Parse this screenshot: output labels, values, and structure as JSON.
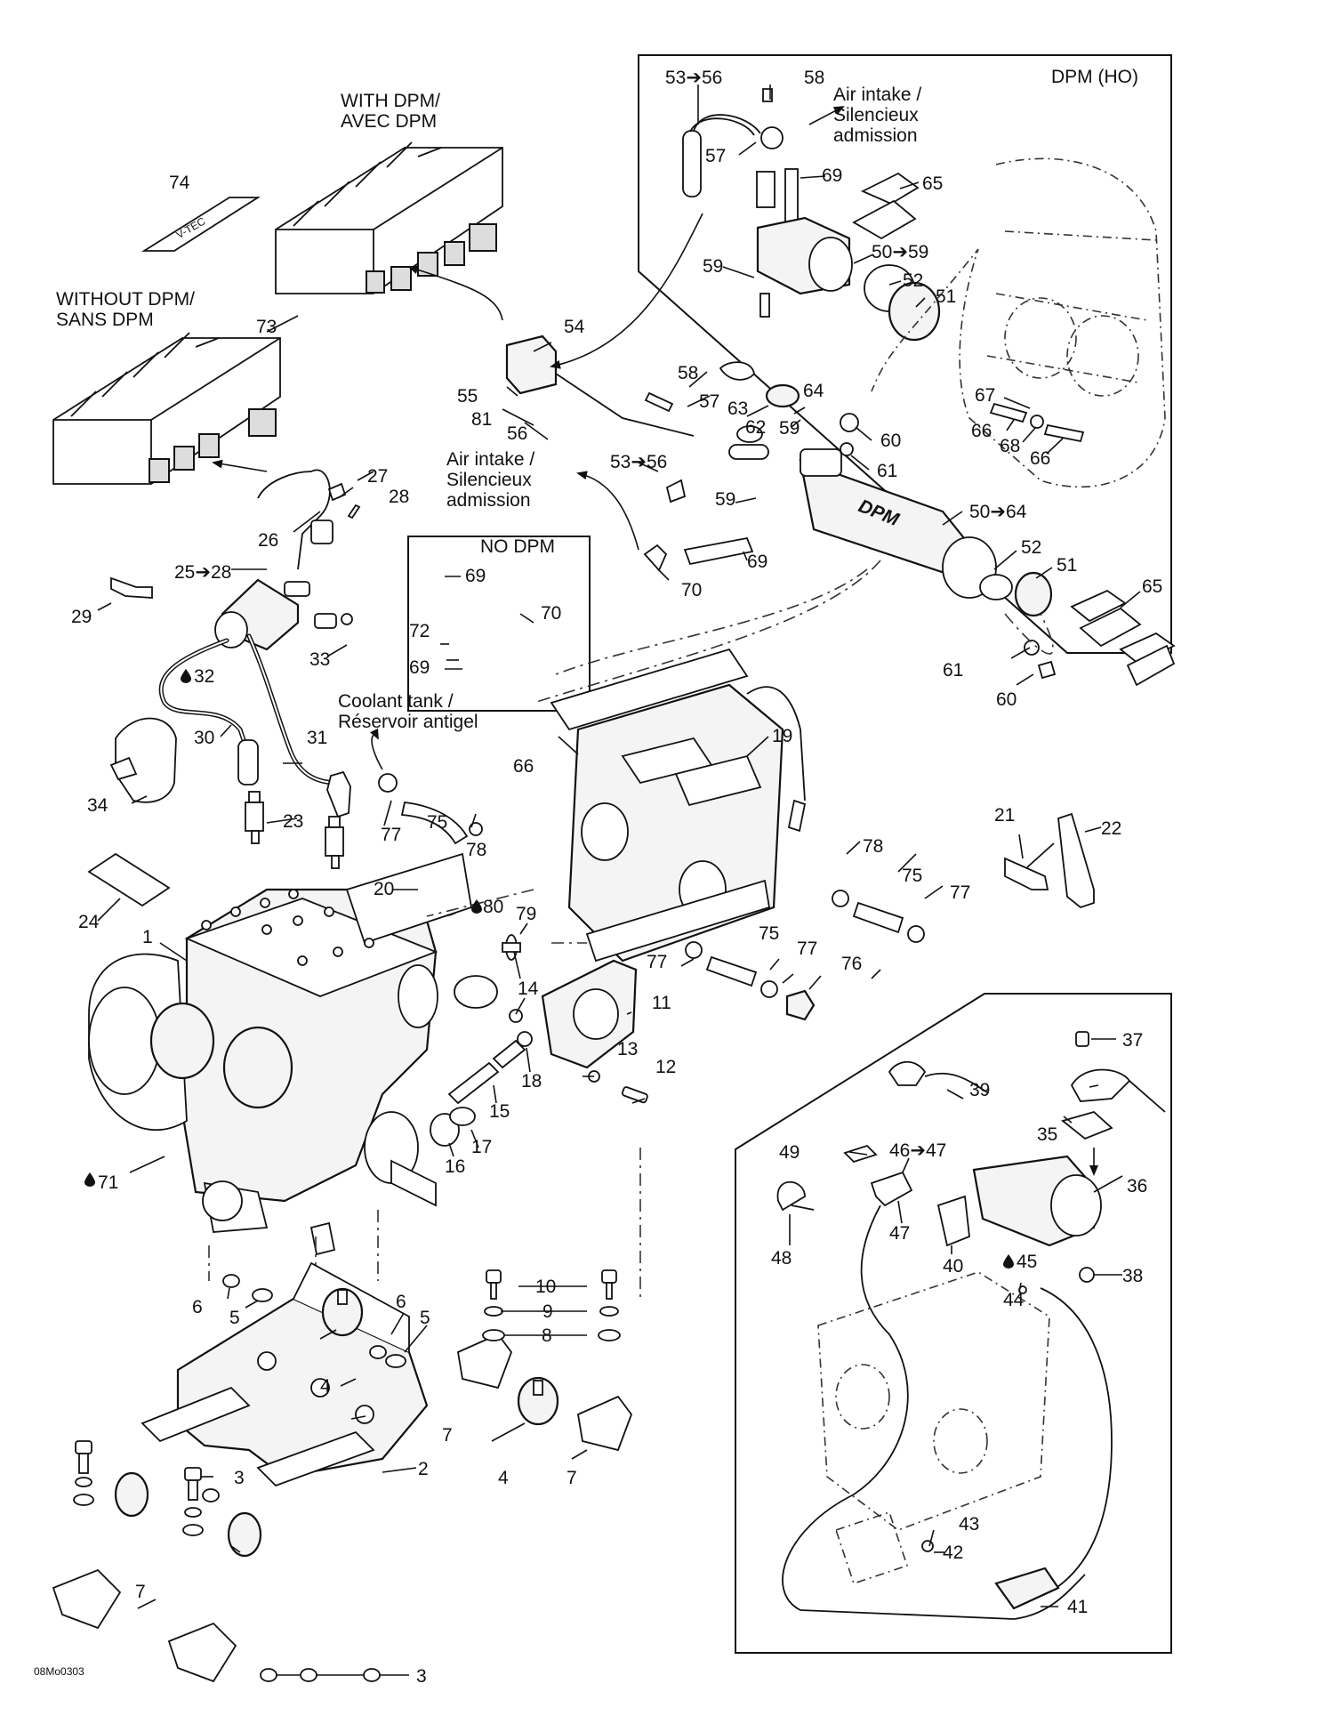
{
  "figure_code": "08Mo0303",
  "headings": {
    "with_dpm": [
      "WITH DPM/",
      "AVEC DPM"
    ],
    "without_dpm": [
      "WITHOUT DPM/",
      "SANS DPM"
    ],
    "dpm_ho": "DPM (HO)",
    "no_dpm": "NO DPM"
  },
  "notes": {
    "air_intake_top": [
      "Air intake /",
      "Silencieux",
      "admission"
    ],
    "air_intake_mid": [
      "Air intake /",
      "Silencieux",
      "admission"
    ],
    "coolant_tank": [
      "Coolant tank /",
      "Réservoir antigel"
    ]
  },
  "marks": {
    "dpm_plate": "DPM",
    "logo_74": "V-TEC"
  },
  "callouts": {
    "c1": "1",
    "c2": "2",
    "c3a": "3",
    "c3b": "3",
    "c4a": "4",
    "c4b": "4",
    "c5a": "5",
    "c5b": "5",
    "c6a": "6",
    "c6b": "6",
    "c7a": "7",
    "c7b": "7",
    "c7c": "7",
    "c8": "8",
    "c9": "9",
    "c10": "10",
    "c11": "11",
    "c12": "12",
    "c13": "13",
    "c14": "14",
    "c15": "15",
    "c16": "16",
    "c17": "17",
    "c18": "18",
    "c19": "19",
    "c20": "20",
    "c21": "21",
    "c22": "22",
    "c23": "23",
    "c24": "24",
    "c25": "25➔28",
    "c26": "26",
    "c27": "27",
    "c28": "28",
    "c29": "29",
    "c30": "30",
    "c31": "31",
    "c32": "32",
    "c33": "33",
    "c34": "34",
    "c35": "35",
    "c36": "36",
    "c37": "37",
    "c38": "38",
    "c39": "39",
    "c40": "40",
    "c41": "41",
    "c42": "42",
    "c43": "43",
    "c44": "44",
    "c45": "45",
    "c46": "46➔47",
    "c47": "47",
    "c48": "48",
    "c49": "49",
    "c50a": "50➔59",
    "c50b": "50➔64",
    "c51a": "51",
    "c51b": "51",
    "c52a": "52",
    "c52b": "52",
    "c53a": "53➔56",
    "c53b": "53➔56",
    "c54": "54",
    "c55": "55",
    "c56": "56",
    "c57a": "57",
    "c57b": "57",
    "c58a": "58",
    "c58b": "58",
    "c59a": "59",
    "c59b": "59",
    "c59c": "59",
    "c60a": "60",
    "c60b": "60",
    "c61a": "61",
    "c61b": "61",
    "c62": "62",
    "c63": "63",
    "c64": "64",
    "c65a": "65",
    "c65b": "65",
    "c66a": "66",
    "c66b": "66",
    "c66c": "66",
    "c67": "67",
    "c68": "68",
    "c69a": "69",
    "c69b": "69",
    "c69c": "69",
    "c69d": "69",
    "c70a": "70",
    "c70b": "70",
    "c71": "71",
    "c72": "72",
    "c73": "73",
    "c74": "74",
    "c75a": "75",
    "c75b": "75",
    "c75c": "75",
    "c76": "76",
    "c77a": "77",
    "c77b": "77",
    "c77c": "77",
    "c77d": "77",
    "c78a": "78",
    "c78b": "78",
    "c79": "79",
    "c80": "80",
    "c81": "81"
  },
  "icons": {
    "lube_drop": "oil-drop-icon"
  },
  "colors": {
    "ink": "#111111",
    "paper": "#ffffff",
    "part_fill": "#f4f4f4"
  }
}
